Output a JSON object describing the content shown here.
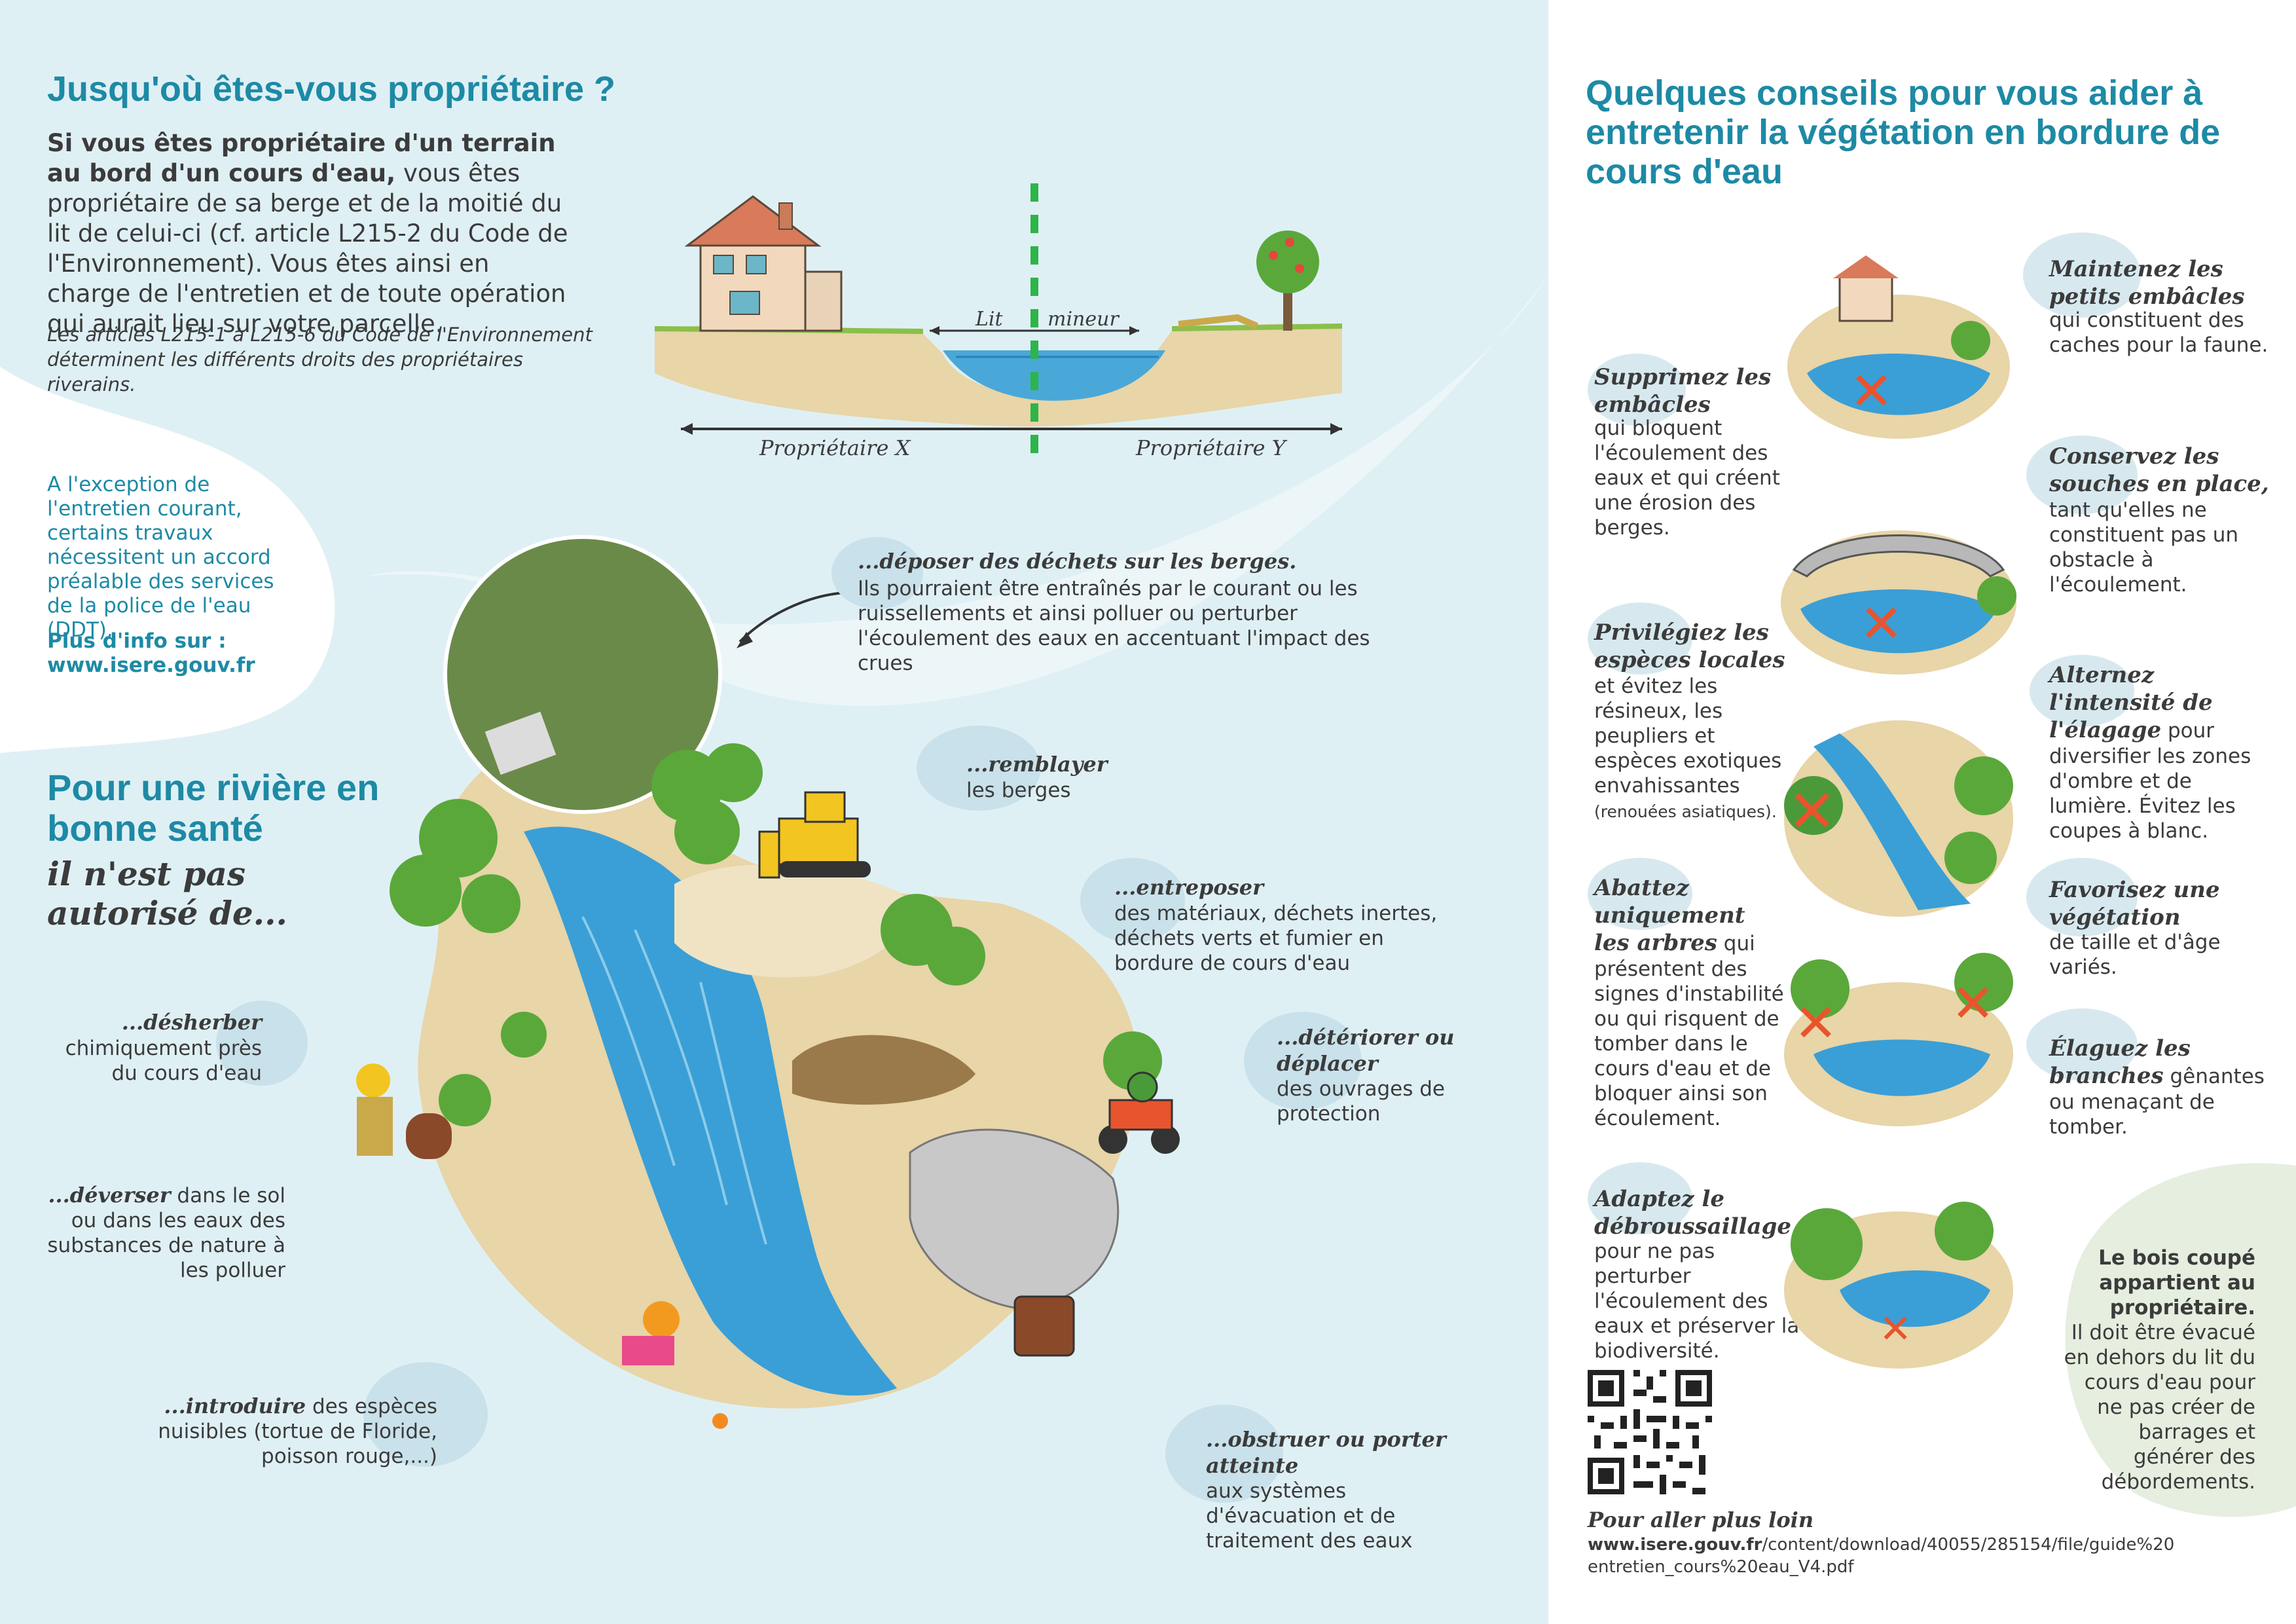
{
  "left": {
    "title": "Jusqu'où êtes-vous propriétaire ?",
    "intro_bold": "Si vous êtes propriétaire d'un terrain au bord d'un cours d'eau,",
    "intro_rest": " vous êtes propriétaire de sa berge et de la moitié du lit de celui-ci (cf. article L215-2 du Code de l'Environnement). Vous êtes ainsi en charge de l'entretien et de toute opération qui aurait lieu sur votre parcelle.",
    "intro_italic": "Les articles L215-1 à L215-6 du Code de l'Environnement déterminent les différents droits des propriétaires riverains.",
    "diagram": {
      "lit_label": "Lit",
      "mineur_label": "mineur",
      "owner_x": "Propriétaire X",
      "owner_y": "Propriétaire Y"
    },
    "note": {
      "text": "A l'exception de l'entretien courant, certains travaux nécessitent un accord préalable des services de la police de l'eau (DDT).",
      "link_label": "Plus d'info sur :",
      "link": "www.isere.gouv.fr"
    },
    "section_title": "Pour une rivière en bonne santé",
    "section_subtitle": "il n'est pas autorisé de...",
    "prohibitions": {
      "deposer_title": "...déposer des déchets sur les berges.",
      "deposer_text": "Ils pourraient être entraînés par le courant ou les ruissellements et ainsi polluer ou perturber l'écoulement des eaux en accentuant l'impact des crues",
      "remblayer_title": "...remblayer",
      "remblayer_text": "les berges",
      "entreposer_title": "...entreposer",
      "entreposer_text": "des matériaux, déchets inertes, déchets verts et fumier en bordure de cours d'eau",
      "deteriorer_title": "...détériorer ou déplacer",
      "deteriorer_text": "des ouvrages de protection",
      "desherber_title": "...désherber",
      "desherber_text": "chimiquement près du cours d'eau",
      "deverser_title": "...déverser",
      "deverser_text": " dans le sol ou dans les eaux des substances de nature à les polluer",
      "introduire_title": "...introduire",
      "introduire_text": " des espèces nuisibles (tortue de Floride, poisson rouge,...)",
      "obstruer_title": "...obstruer ou porter atteinte",
      "obstruer_text": "aux systèmes d'évacuation et de traitement des eaux"
    }
  },
  "right": {
    "title": "Quelques conseils pour vous aider à entretenir la végétation en bordure de cours d'eau",
    "tips": {
      "supprimez_title": "Supprimez les embâcles",
      "supprimez_text": "qui bloquent l'écoulement des eaux et qui créent une érosion des berges.",
      "maintenez_title": "Maintenez les petits embâcles",
      "maintenez_text": "qui constituent des caches pour la faune.",
      "conservez_title": "Conservez les souches en place,",
      "conservez_text": " tant qu'elles ne constituent pas un obstacle à l'écoulement.",
      "privilegiez_title": "Privilégiez les espèces locales",
      "privilegiez_text": " et évitez les résineux, les peupliers et espèces exotiques envahissantes",
      "privilegiez_small": "(renouées asiatiques).",
      "alternez_title": "Alternez l'intensité de l'élagage",
      "alternez_text": " pour diversifier les zones d'ombre et de lumière. Évitez les coupes à blanc.",
      "abattez_title": "Abattez uniquement les arbres",
      "abattez_text": " qui présentent des signes d'instabilité ou qui risquent de tomber dans le cours d'eau et de bloquer ainsi son écoulement.",
      "favorisez_title": "Favorisez une végétation",
      "favorisez_text": "de taille et d'âge variés.",
      "elaguez_title": "Élaguez les branches",
      "elaguez_text": " gênantes ou menaçant de tomber.",
      "adaptez_title": "Adaptez le débroussaillage",
      "adaptez_text": "pour ne pas perturber l'écoulement des eaux et préserver la biodiversité."
    },
    "bois": {
      "bold": "Le bois coupé appartient au propriétaire.",
      "text": "Il doit être évacué en dehors du lit du cours d'eau pour ne pas créer de barrages et générer des débordements."
    },
    "more_label": "Pour aller plus loin",
    "url_bold": "www.isere.gouv.fr",
    "url_rest1": "/content/download/40055/285154/file/guide%20",
    "url_rest2": "entretien_cours%20eau_V4.pdf"
  },
  "colors": {
    "teal": "#1d8aa5",
    "left_bg": "#dff0f5",
    "water": "#3a9fd6",
    "dashed_line": "#2db54a",
    "cross_red": "#e8542d"
  }
}
